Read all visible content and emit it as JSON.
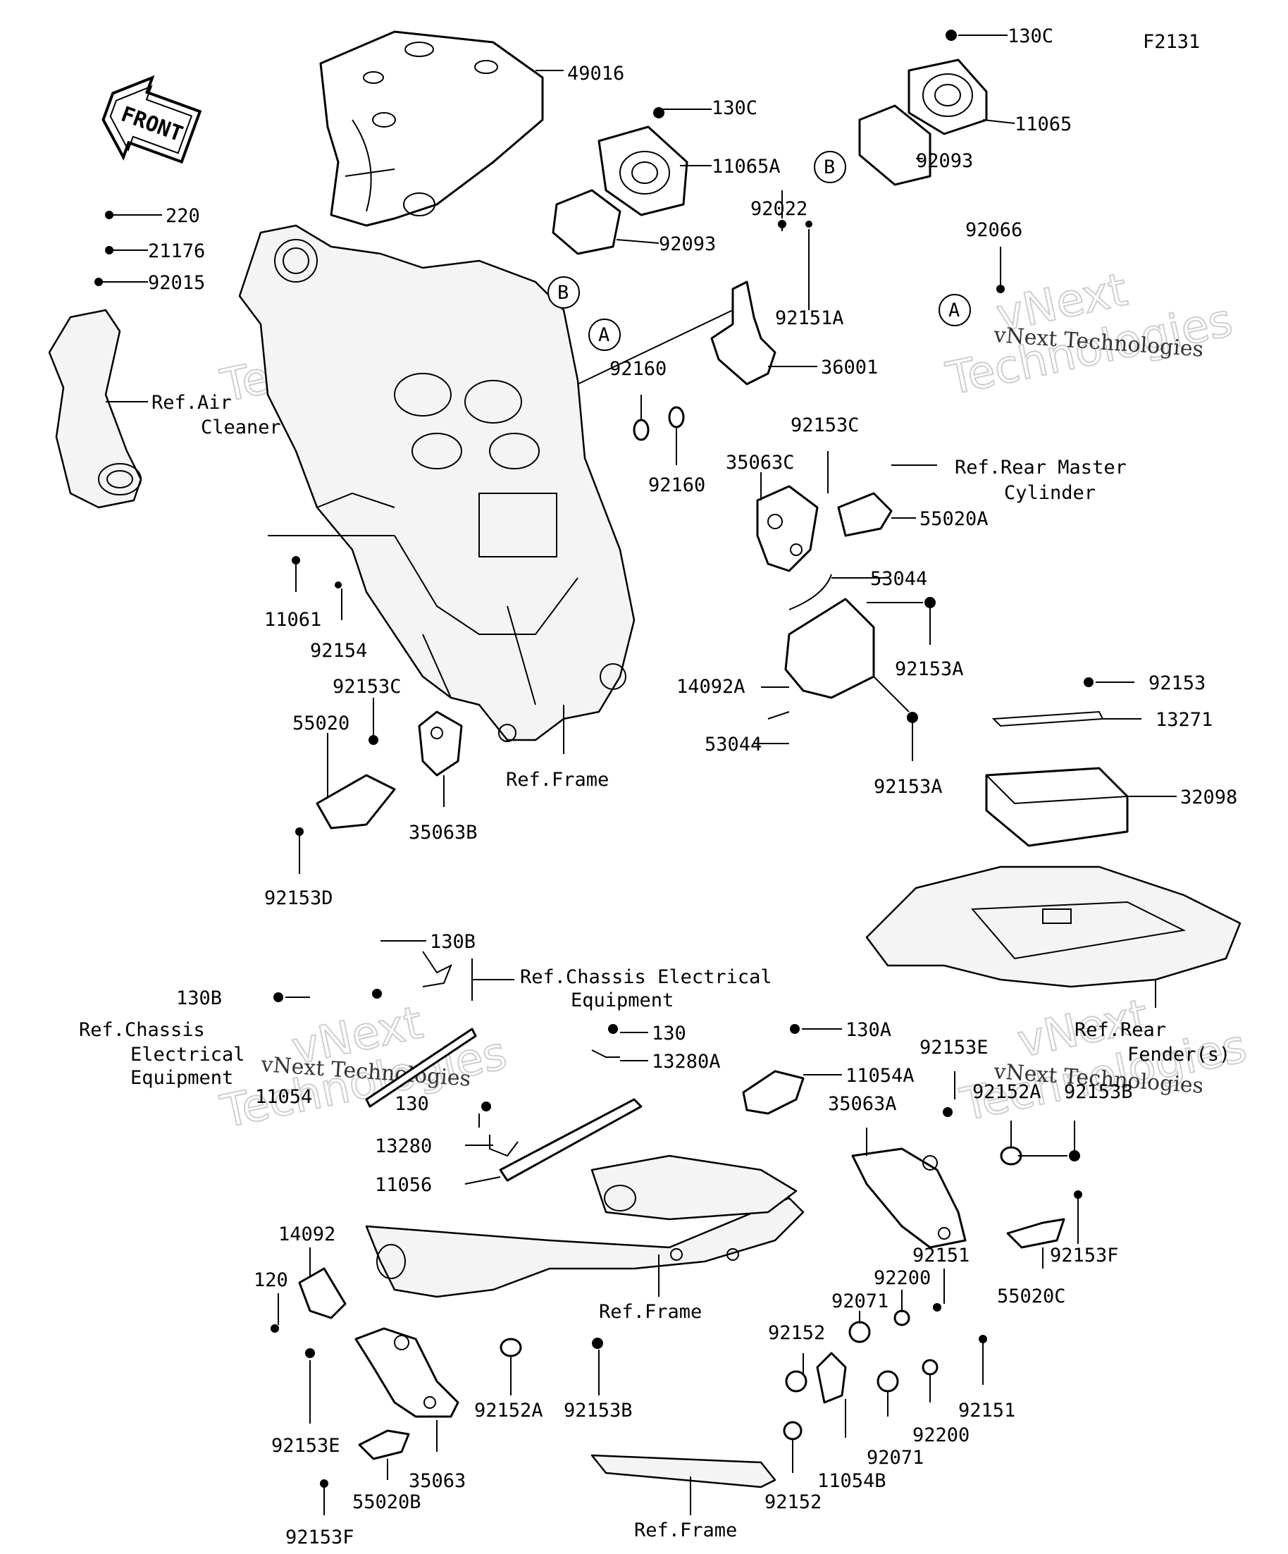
{
  "figure_code": "F2131",
  "front_arrow_label": "FRONT",
  "watermarks": [
    "vNext",
    "Technologies",
    "vNext Technologies"
  ],
  "callouts": {
    "A": "A",
    "B": "B"
  },
  "labels": {
    "p49016": "49016",
    "p130C_a": "130C",
    "p130C_b": "130C",
    "p11065": "11065",
    "p11065A": "11065A",
    "p92093_a": "92093",
    "p92093_b": "92093",
    "p220": "220",
    "p21176": "21176",
    "p92015": "92015",
    "ref_air": "Ref.Air",
    "ref_air_2": "Cleaner",
    "p92022": "92022",
    "p92151A": "92151A",
    "p92066": "92066",
    "p36001": "36001",
    "p92160_a": "92160",
    "p92160_b": "92160",
    "p92153C_a": "92153C",
    "p35063C": "35063C",
    "ref_rear_master": "Ref.Rear Master",
    "ref_rear_master_2": "Cylinder",
    "p55020A": "55020A",
    "p53044_a": "53044",
    "p11061": "11061",
    "p92154": "92154",
    "p92153A_a": "92153A",
    "p14092A": "14092A",
    "p92153C_b": "92153C",
    "p55020": "55020",
    "p53044_b": "53044",
    "p92153A_b": "92153A",
    "ref_frame_a": "Ref.Frame",
    "p35063B": "35063B",
    "p92153D": "92153D",
    "p92153": "92153",
    "p13271": "13271",
    "p32098": "32098",
    "p130B_a": "130B",
    "ref_chassis_a": "Ref.Chassis Electrical",
    "ref_chassis_a_2": "Equipment",
    "p130B_b": "130B",
    "ref_chassis_b": "Ref.Chassis",
    "ref_chassis_b_2": "Electrical",
    "ref_chassis_b_3": "Equipment",
    "p130_a": "130",
    "p13280A": "13280A",
    "p130A": "130A",
    "p11054A": "11054A",
    "ref_rear_fender": "Ref.Rear",
    "ref_rear_fender_2": "Fender(s)",
    "p92153E_a": "92153E",
    "p11054": "11054",
    "p130_b": "130",
    "p35063A": "35063A",
    "p92152A_a": "92152A",
    "p92153B_a": "92153B",
    "p13280": "13280",
    "p11056": "11056",
    "p14092": "14092",
    "p120": "120",
    "p92151_a": "92151",
    "p92200_a": "92200",
    "p92071_a": "92071",
    "p92153F_a": "92153F",
    "p55020C": "55020C",
    "ref_frame_b": "Ref.Frame",
    "p92152_a": "92152",
    "p92153E_b": "92153E",
    "p92152A_b": "92152A",
    "p92153B_b": "92153B",
    "p92151_b": "92151",
    "p92200_b": "92200",
    "p92071_b": "92071",
    "p35063": "35063",
    "p11054B": "11054B",
    "p55020B": "55020B",
    "p92152_b": "92152",
    "p92153F_b": "92153F",
    "ref_frame_c": "Ref.Frame"
  }
}
